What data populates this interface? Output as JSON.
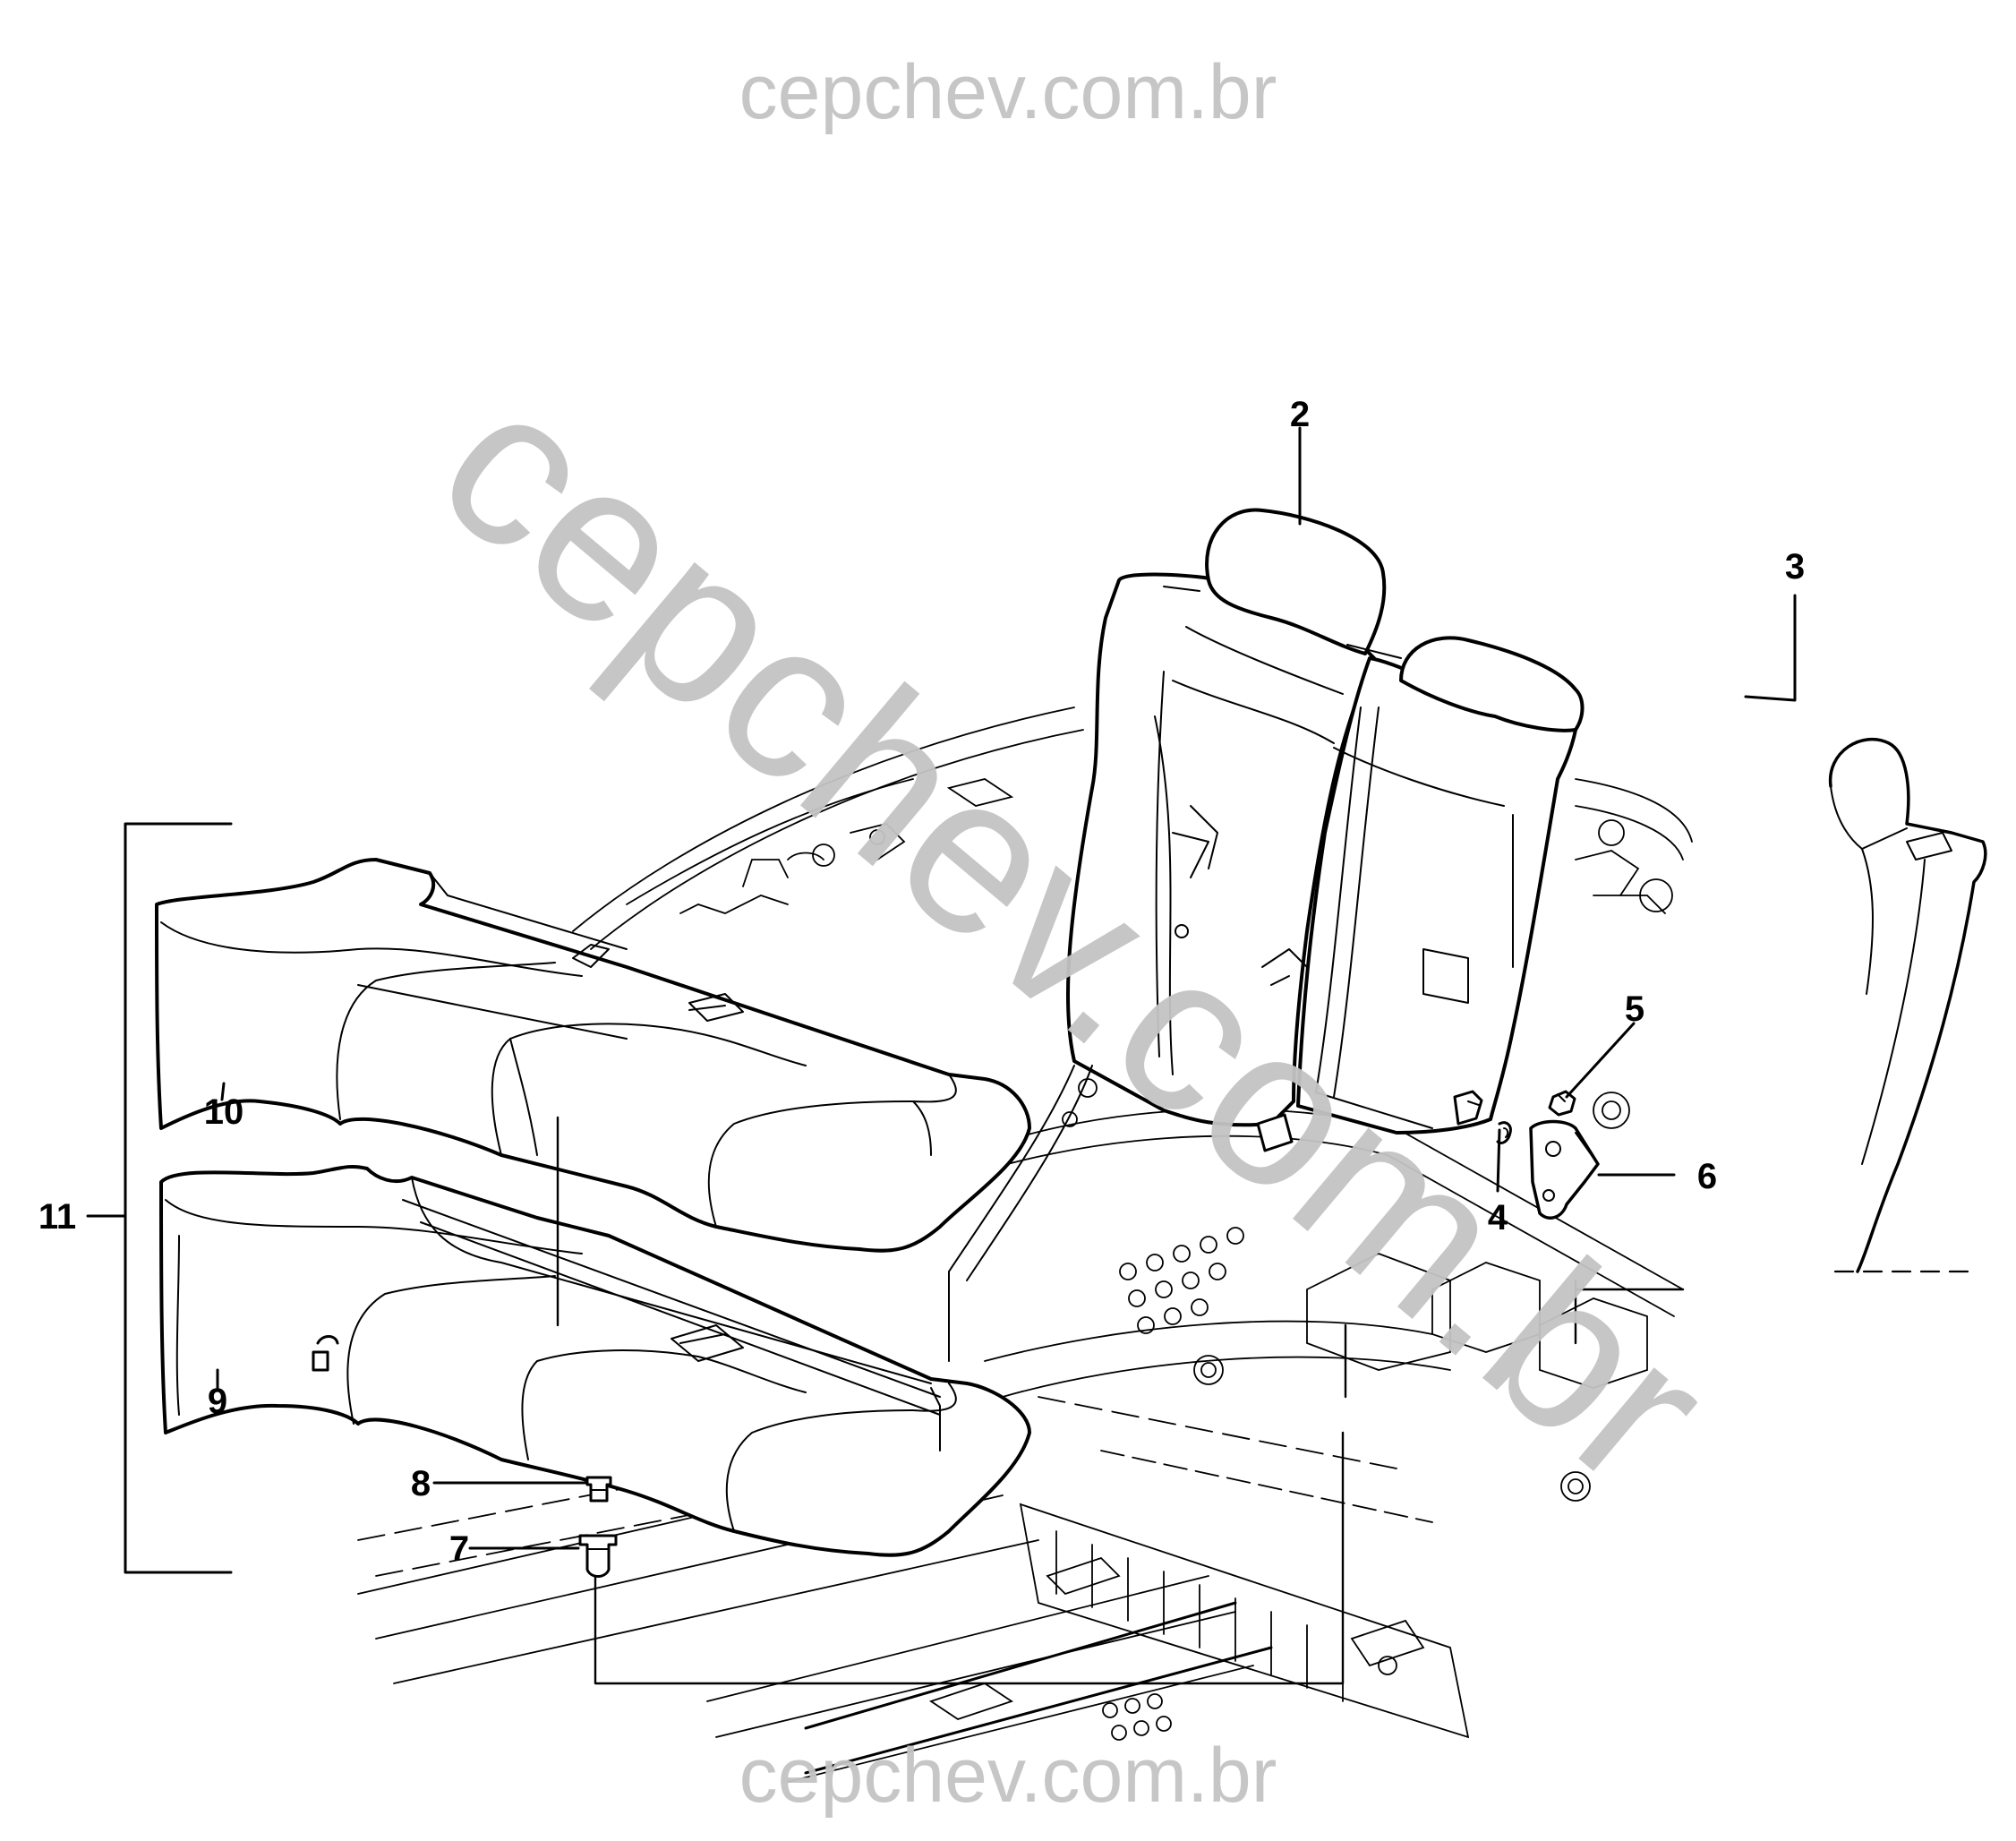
{
  "watermark": {
    "top": "cepchev.com.br",
    "bottom": "cepchev.com.br",
    "diagonal": "cepchev.com.br"
  },
  "callouts": {
    "c2": "2",
    "c3": "3",
    "c4": "4",
    "c5": "5",
    "c6": "6",
    "c7": "7",
    "c8": "8",
    "c9": "9",
    "c10": "10",
    "c11": "11"
  }
}
